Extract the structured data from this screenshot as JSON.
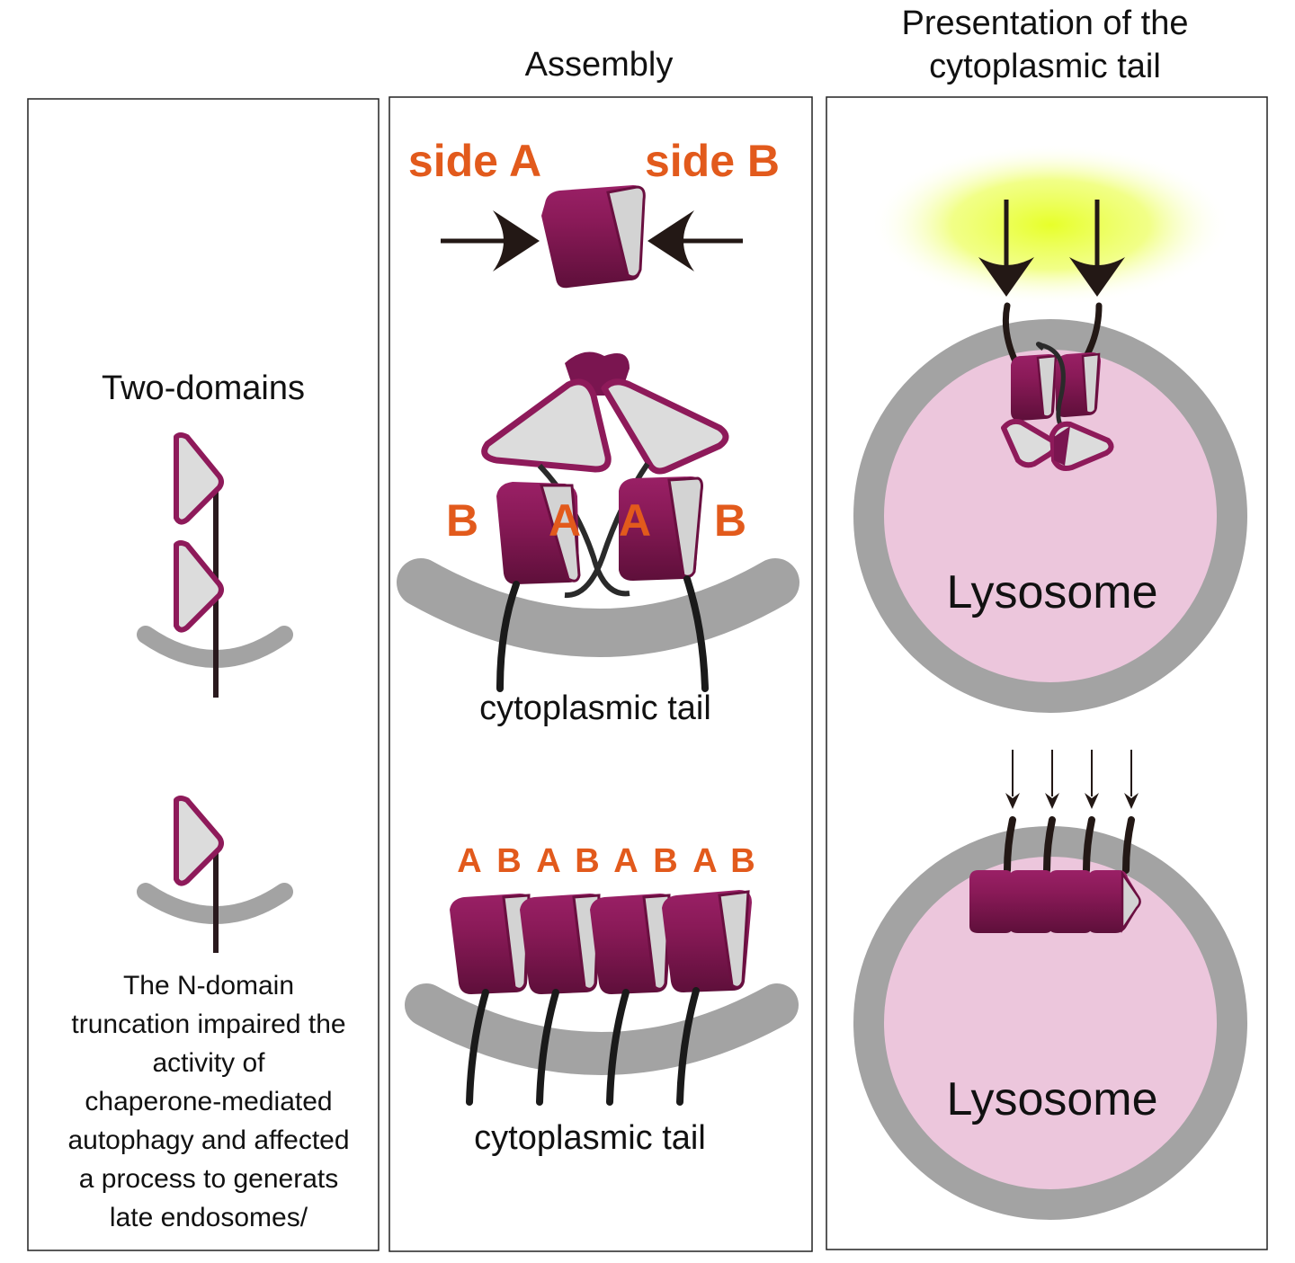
{
  "headers": {
    "assembly": "Assembly",
    "presentation_line1": "Presentation of the",
    "presentation_line2": "cytoplasmic tail"
  },
  "left_panel": {
    "two_domains": "Two-domains",
    "caption_lines": [
      "The N-domain",
      "truncation impaired the",
      "activity of",
      "chaperone-mediated",
      "autophagy and affected",
      "a process to generats",
      "late endosomes/"
    ]
  },
  "middle_panel": {
    "side_a": "side A",
    "side_b": "side B",
    "dimer_labels": [
      "B",
      "A",
      "A",
      "B"
    ],
    "chain_labels": [
      "A",
      "B",
      "A",
      "B",
      "A",
      "B",
      "A",
      "B"
    ],
    "tail_label_1": "cytoplasmic tail",
    "tail_label_2": "cytoplasmic tail"
  },
  "right_panel": {
    "lysosome_1": "Lysosome",
    "lysosome_2": "Lysosome"
  },
  "colors": {
    "magenta": "#8e1a5a",
    "magenta_dark": "#5e0f3a",
    "orange": "#e25a1c",
    "membrane_gray": "#a3a3a3",
    "triangle_fill": "#dcdcdc",
    "lysosome_pink": "#ecc6dc",
    "glow_yellow": "#e7ff2a"
  }
}
